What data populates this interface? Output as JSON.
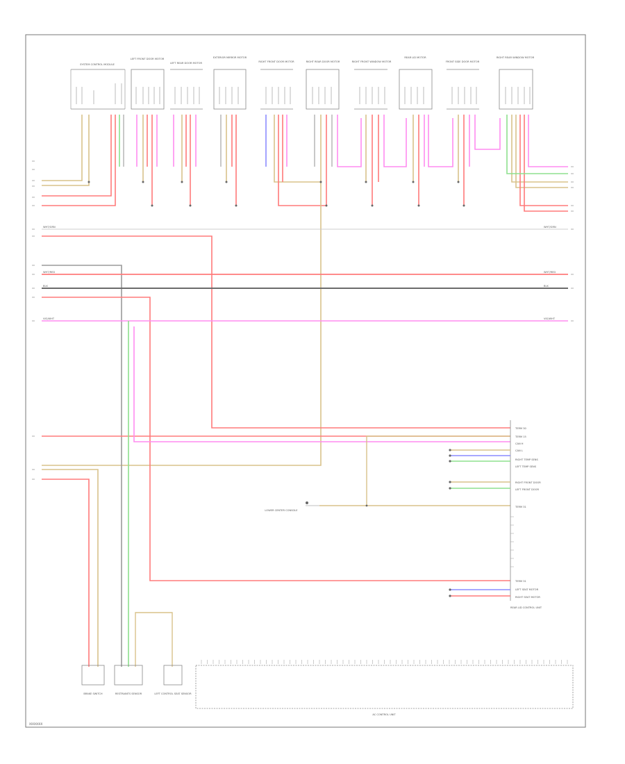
{
  "colors": {
    "red": "#ff7a7a",
    "tan": "#d9c28a",
    "pink": "#ff8cf0",
    "green": "#8ee08e",
    "gray": "#9a9a9a",
    "black": "#6a6a6a",
    "blue": "#8c8cff",
    "border": "#777777"
  },
  "top_connectors": [
    {
      "id": "c1",
      "label": "SYSTEM CONTROL MODULE"
    },
    {
      "id": "c2",
      "label": "LEFT FRONT DOOR MOTOR"
    },
    {
      "id": "c3",
      "label": "LEFT REAR DOOR MOTOR"
    },
    {
      "id": "c4",
      "label": "EXTERIOR MIRROR MOTOR"
    },
    {
      "id": "c5",
      "label": "RIGHT FRONT DOOR MOTOR"
    },
    {
      "id": "c6",
      "label": "RIGHT REAR DOOR MOTOR"
    },
    {
      "id": "c7",
      "label": "RIGHT FRONT WINDOW MOTOR"
    },
    {
      "id": "c8",
      "label": "REAR LID MOTOR"
    },
    {
      "id": "c9",
      "label": "FRONT SIDE DOOR MOTOR"
    },
    {
      "id": "c10",
      "label": "RIGHT REAR WINDOW MOTOR"
    }
  ],
  "bus_lines": [
    {
      "id": "bus1",
      "left_label": "WHT/GRN",
      "right_label": "WHT/GRN"
    },
    {
      "id": "bus2",
      "left_label": "WHT/RED",
      "right_label": "WHT/RED"
    },
    {
      "id": "bus3",
      "left_label": "BLK",
      "right_label": "BLK"
    },
    {
      "id": "bus4",
      "left_label": "VIO/WHT",
      "right_label": "VIO/WHT"
    }
  ],
  "right_module": {
    "label": "REAR LID CONTROL UNIT",
    "pins": [
      "TERM 30",
      "TERM 15",
      "CAN H",
      "CAN L",
      "RIGHT TEMP SENS",
      "LEFT TEMP SENS",
      "RIGHT FRONT DOOR",
      "LEFT FRONT DOOR",
      "TERM 31",
      "TERM 31",
      "LEFT SEAT MOTOR",
      "RIGHT SEAT MOTOR"
    ]
  },
  "bottom_components": [
    {
      "id": "b1",
      "label": "BRAKE SWITCH"
    },
    {
      "id": "b2",
      "label": "RESTRAINTS SENSOR"
    },
    {
      "id": "b3",
      "label": "LEFT CONTROL SEAT SENSOR"
    }
  ],
  "center_component": {
    "label": "LOWER CENTER CONSOLE"
  },
  "bottom_module": {
    "label": "AC CONTROL UNIT"
  },
  "corner_code": "XXXXXXX"
}
